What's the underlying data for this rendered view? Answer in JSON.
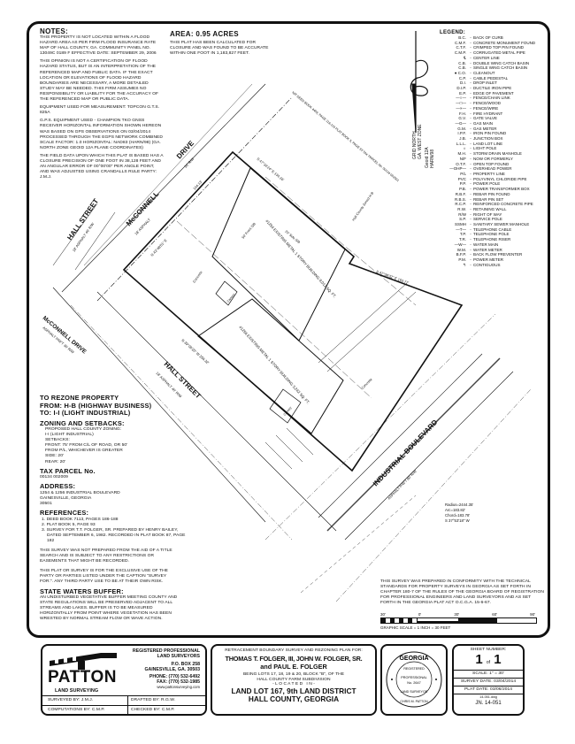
{
  "notes": {
    "title": "NOTES:",
    "paragraphs": [
      "THIS PROPERTY IS NOT LOCATED WITHIN A FLOOD HAZARD AREA AS PER FIRM FLOOD INSURANCE RATE MAP OF HALL COUNTY, GA. COMMUNITY PANEL NO. 13049C 0189 F EFFECTIVE DATE: SEPTEMBER 29, 2006",
      "THIS OPINION IS NOT A CERTIFICATION OF FLOOD HAZARD STATUS, BUT IS AN INTERPRETATION OF THE REFERENCED MAP AND PUBLIC DATA. IF THE EXACT LOCATION OR ELEVATIONS OF FLOOD HAZARD BOUNDARIES ARE NECESSARY, A MORE DETAILED STUDY MAY BE NEEDED. THIS FIRM ASSUMES NO RESPONSIBILITY OR LIABILITY FOR THE ACCURACY OF THE REFERENCED MAP OR PUBLIC DATA.",
      "EQUIPMENT USED FOR MEASUREMENT: TOPCON G.T.S. 825A",
      "G.P.S. EQUIPMENT USED - CHAMPION TKO GNSS RECEIVER HORIZONTAL INFORMATION SHOWN HEREON WAS BASED ON GPS OBSERVATIONS ON 03/04/2014 PROCESSED THROUGH THE EGPS NETWORK COMBINED SCALE FACTOR: 1.0 HORIZONTAL: NAD83 (HARN/98) (Ga. North Zone Geoid 12A Plane Coordinates)",
      "THE FIELD DATA UPON WHICH THIS PLAT IS BASED HAS A CLOSURE PRECISION OF ONE FOOT IN 38,128 FEET AND AN ANGULAR ERROR OF 00°00'00\" PER ANGLE POINT, AND WAS ADJUSTED USING CRANDALLS RULE PARTY: J.M.J."
    ]
  },
  "area": {
    "title": "AREA: 0.95 ACRES",
    "text": "THIS PLAT HAS BEEN CALCULATED FOR CLOSURE AND WAS FOUND TO BE ACCURATE WITHIN ONE FOOT IN 1,183,827 FEET."
  },
  "north_arrow": {
    "line1": "GRID NORTH",
    "line2": "GA. WEST ZONE",
    "line3": "Geoid 12A",
    "line4": "HARN/98"
  },
  "rezone": {
    "line1": "TO REZONE PROPERTY",
    "line2": "FROM: H-B (HIGHWAY BUSINESS)",
    "line3": "TO: I-I (LIGHT INDUSTRIAL)"
  },
  "zoning": {
    "title": "ZONING AND SETBACKS:",
    "lines": [
      "PROPOSED HALL COUNTY ZONING:",
      "I-I (LIGHT INDUSTRIAL)",
      "SETBACKS:",
      "FRONT: 75' FROM C/L OF ROAD, OR 50'",
      "FROM P/L, WHICHEVER IS GREATER",
      "SIDE: 20'",
      "REAR: 20'"
    ]
  },
  "tax_parcel": {
    "title": "TAX PARCEL No.",
    "value": "00134 002009"
  },
  "address": {
    "title": "ADDRESS:",
    "lines": [
      "1254 & 1256 INDUSTRIAL BOULEVARD",
      "GAINESVILLE, GEORGIA",
      "30501"
    ]
  },
  "references": {
    "title": "REFERENCES:",
    "items": [
      "1. DEED BOOK 7113, PAGES 186-188",
      "2. PLAT BOOK 5, PAGE 93",
      "3. SURVEY FOR T.T. FOLGER, SR. PREPARED BY HENRY BAILEY, DATED SEPTEMBER 6, 1982. RECORDED IN PLAT BOOK 87, PAGE 182"
    ]
  },
  "disclaimers": [
    "THIS SURVEY WAS NOT PREPARED FROM THE AID OF A TITLE SEARCH AND IS SUBJECT TO ANY RESTRICTIONS OR EASEMENTS THAT MIGHT BE RECORDED.",
    "THIS PLAT OR SURVEY IS FOR THE EXCLUSIVE USE OF THE PARTY OR PARTIES LISTED UNDER THE CAPTION \"SURVEY FOR:\". ANY THIRD PARTY USE TO BE AT THEIR OWN RISK."
  ],
  "state_waters": {
    "title": "STATE WATERS BUFFER:",
    "text": "AN UNDISTURBED VEGETATIVE BUFFER MEETING COUNTY AND STATE REGULATIONS WILL BE PRESERVED ADJACENT TO ALL STREAMS AND LAKES. BUFFER IS TO BE MEASURED HORIZONTALLY FROM POINT WHERE VEGETATION HAS BEEN WRESTED BY NORMAL STREAM FLOW OR WAVE ACTION."
  },
  "legend": {
    "title": "LEGEND:",
    "items": [
      {
        "abbr": "B.C.",
        "desc": "BACK OF CURB"
      },
      {
        "abbr": "C.M.F.",
        "desc": "CONCRETE MONUMENT FOUND"
      },
      {
        "abbr": "C.T.F.",
        "desc": "CRIMPED TOP PIN FOUND"
      },
      {
        "abbr": "C.M.P.",
        "desc": "CORRUGATED METAL PIPE"
      },
      {
        "abbr": "℄",
        "desc": "CENTER LINE"
      },
      {
        "abbr": "C.B.",
        "desc": "DOUBLE WING CATCH BASIN"
      },
      {
        "abbr": "C.B.",
        "desc": "SINGLE WING CATCH BASIN"
      },
      {
        "abbr": "● C.O.",
        "desc": "CLEANOUT"
      },
      {
        "abbr": "C.P.",
        "desc": "CABLE PEDESTAL"
      },
      {
        "abbr": "D.I.",
        "desc": "DROP INLET"
      },
      {
        "abbr": "D.I.P.",
        "desc": "DUCTILE IRON PIPE"
      },
      {
        "abbr": "E.P.",
        "desc": "EDGE OF PAVEMENT"
      },
      {
        "abbr": "—○—",
        "desc": "FENCE/CHAIN LINK"
      },
      {
        "abbr": "—□—",
        "desc": "FENCE/WOOD"
      },
      {
        "abbr": "—×—",
        "desc": "FENCE/WIRE"
      },
      {
        "abbr": "F.H.",
        "desc": "FIRE HYDRANT"
      },
      {
        "abbr": "G.V.",
        "desc": "GATE VALVE"
      },
      {
        "abbr": "—G—",
        "desc": "GAS MAIN"
      },
      {
        "abbr": "G.M.",
        "desc": "GAS METER"
      },
      {
        "abbr": "I.P.F.",
        "desc": "IRON PIN FOUND"
      },
      {
        "abbr": "J.B.",
        "desc": "JUNCTION BOX"
      },
      {
        "abbr": "L.L.L.",
        "desc": "LAND LOT LINE"
      },
      {
        "abbr": "☼",
        "desc": "LIGHT POLE"
      },
      {
        "abbr": "M.H.",
        "desc": "STORM DRAIN MANHOLE"
      },
      {
        "abbr": "N/F",
        "desc": "NOW OR FORMERLY"
      },
      {
        "abbr": "O.T.F.",
        "desc": "OPEN TOP FOUND"
      },
      {
        "abbr": "—OHP—",
        "desc": "OVERHEAD POWER"
      },
      {
        "abbr": "P/L",
        "desc": "PROPERTY LINE"
      },
      {
        "abbr": "PVC",
        "desc": "POLYVINYL CHLORIDE PIPE"
      },
      {
        "abbr": "P.P.",
        "desc": "POWER POLE"
      },
      {
        "abbr": "P.B.",
        "desc": "POWER TRANSFORMER BOX"
      },
      {
        "abbr": "R.B.F.",
        "desc": "REBAR PIN FOUND"
      },
      {
        "abbr": "R.B.S.",
        "desc": "REBAR PIN SET"
      },
      {
        "abbr": "R.C.P.",
        "desc": "REINFORCED CONCRETE PIPE"
      },
      {
        "abbr": "R.W.",
        "desc": "RETAINING WALL"
      },
      {
        "abbr": "R/W",
        "desc": "RIGHT OF WAY"
      },
      {
        "abbr": "S.P.",
        "desc": "SERVICE POLE"
      },
      {
        "abbr": "SSMH",
        "desc": "SANITARY SEWER MANHOLE"
      },
      {
        "abbr": "—T—",
        "desc": "TELEPHONE CABLE"
      },
      {
        "abbr": "T.P.",
        "desc": "TELEPHONE POLE"
      },
      {
        "abbr": "T.R.",
        "desc": "TELEPHONE RISER"
      },
      {
        "abbr": "—W—",
        "desc": "WATER MAIN"
      },
      {
        "abbr": "W.M.",
        "desc": "WATER METER"
      },
      {
        "abbr": "B.F.P.",
        "desc": "BACK FLOW PREVENTER"
      },
      {
        "abbr": "P.M.",
        "desc": "POWER METER"
      },
      {
        "abbr": "↰",
        "desc": "CONTIGUOUS"
      }
    ]
  },
  "plan": {
    "hall_street_top": "HALL STREET",
    "hall_street_top_sub": "18' ASPHALT 40' R/W",
    "mcconnell_top": "McCONNELL",
    "drive_top": "DRIVE",
    "mcconnell_sub": "18' ASPHALT",
    "mcconnell_rw": "30' R/W",
    "mcconnell_left": "McCONNELL DRIVE",
    "mcconnell_left_sub": "ASPHALT P/W'T 30' R/W",
    "hall_street": "HALL STREET",
    "hall_street_sub": "18' ASPHALT 40' R/W",
    "industrial_blvd": "INDUSTRIAL BOULEVARD",
    "industrial_sub": "ASPHALT P/W'T 80' R/W",
    "bearing_ne1": "S 47°34'24\" E 134.16'",
    "bearing_ne2": "S 47°38'32\" E 153.77'",
    "bearing_nw": "N 43°48'51\" E",
    "bearing_sw": "N 39°09'20\" W 256.32'",
    "dist_mcconnell": "144.13'",
    "bldg1_label": "#1254 EXISTING METAL 1 STORY BUILDING 9,012 SQ. FT.",
    "bldg2_label": "#1256 EXISTING METAL 1 STORY BUILDING 3,242 SQ. FT.",
    "front_sb": "50' Front S/B",
    "side_sb": "20' Side S/B",
    "concrete": "Concrete",
    "canopy": "Canopy",
    "zoning_boundary": "Hall County Zoned H-B",
    "deed_ref": "N/F DEED BOOK 4459, PAGE 118-119 PLAT BOOK 5, PAGE 93 TAX PARCEL No. 00134 002001",
    "curve_radius": "Radius=2444.35'",
    "curve_arc": "Arc=183.82'",
    "curve_chord": "Chord=183.78'",
    "curve_bearing": "S 37°53'18\" W"
  },
  "survey_statement": "THIS SURVEY WAS PREPARED IN CONFORMITY WITH THE TECHNICAL STANDARDS FOR PROPERTY SURVEYS IN GEORGIA AS SET FORTH IN CHAPTER 180-7 OF THE RULES OF THE GEORGIA BOARD OF REGISTRATION FOR PROFESSIONAL ENGINEERS AND LAND SURVEYORS AND AS SET FORTH IN THE GEORGIA PLAT ACT O.C.G.A. 15-6-67.",
  "graphic_scale": {
    "ticks": [
      "30'",
      "0'",
      "30'",
      "60'",
      "90'"
    ],
    "caption": "GRAPHIC SCALE  =  1 INCH = 30 FEET"
  },
  "title_block": {
    "company": "PATTON",
    "company_sub": "LAND SURVEYING",
    "registered": "REGISTERED PROFESSIONAL",
    "registered2": "LAND SURVEYORS",
    "po_box": "P.O. BOX 258",
    "city": "GAINESVILLE, GA. 30503",
    "phone": "PHONE: (770) 532-6492",
    "fax": "FAX: (770) 532-1985",
    "website": "www.pattonsurveying.com",
    "surveyed_by": "SURVEYED BY: J.M.J.",
    "drafted_by": "DRAFTED BY: R.G.W.",
    "computations_by": "COMPUTATIONS BY: C.M.P.",
    "checked_by": "CHECKED BY: C.M.P.",
    "plan_for": "RETRACEMENT BOUNDARY SURVEY AND REZONING PLAN FOR:",
    "client1": "THOMAS T. FOLGER, III, JOHN W. FOLGER, SR.",
    "client2": "and PAUL E. FOLGER",
    "lots1": "BEING LOTS 17, 18, 19 & 20, BLOCK \"B\", OF THE",
    "lots2": "HALL COUNTY FARM SUBDIVISION",
    "located": "- L O C A T E D   I N -",
    "land_lot": "LAND LOT 167, 9th LAND DISTRICT",
    "county": "HALL COUNTY, GEORGIA",
    "seal_state": "GEORGIA",
    "seal_registered": "REGISTERED",
    "seal_professional": "PROFESSIONAL",
    "seal_no": "No. 2647",
    "seal_land_surveyor": "LAND SURVEYOR",
    "seal_name": "CHRIS M. PATTON",
    "sheet_label": "SHEET NUMBER:",
    "sheet_num": "1",
    "sheet_of": "of",
    "sheet_total": "1",
    "scale": "SCALE:  1\" = 30'",
    "survey_date": "SURVEY DATE: 03/04/2014",
    "plat_date": "PLAT DATE: 03/06/2014",
    "dwg": "14-051.dwg",
    "job_number": "JN. 14-051"
  }
}
